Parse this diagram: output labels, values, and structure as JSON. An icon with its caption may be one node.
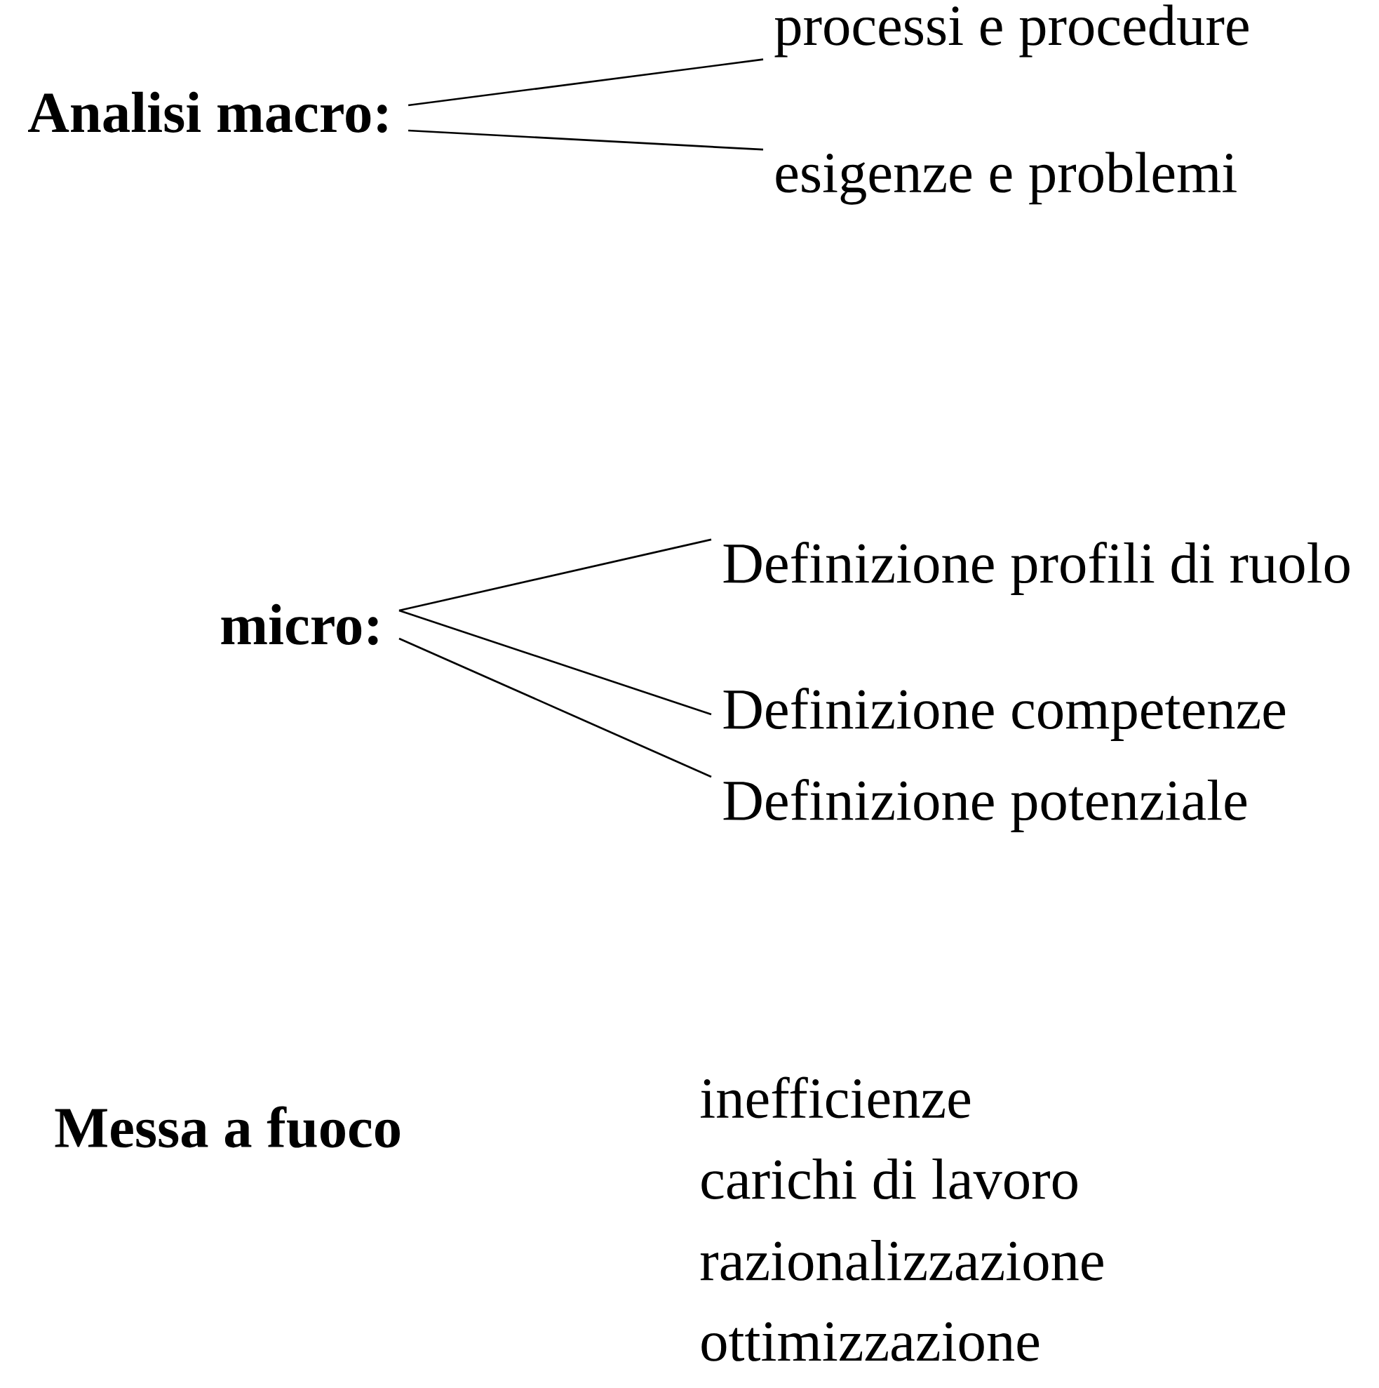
{
  "diagram": {
    "nodes": [
      {
        "text": [
          "Analisi macro:"
        ]
      },
      {
        "text": [
          "processi e procedure"
        ]
      },
      {
        "text": [
          "esigenze e problemi"
        ]
      },
      {
        "text": [
          "micro:"
        ]
      },
      {
        "text": [
          "Definizione profili di ruolo"
        ]
      },
      {
        "text": [
          "Definizione competenze"
        ]
      },
      {
        "text": [
          "Definizione potenziale"
        ]
      }
    ],
    "edges": [
      {
        "from": 0,
        "to": 1,
        "arrow": "none"
      },
      {
        "from": 0,
        "to": 2,
        "arrow": "none"
      },
      {
        "from": 3,
        "to": 4,
        "arrow": "none"
      },
      {
        "from": 3,
        "to": 5,
        "arrow": "none"
      },
      {
        "from": 3,
        "to": 6,
        "arrow": "none"
      }
    ],
    "labels": [
      "Messa a fuoco",
      "inefficienze",
      "carichi di lavoro",
      "razionalizzazione",
      "ottimizzazione"
    ]
  }
}
